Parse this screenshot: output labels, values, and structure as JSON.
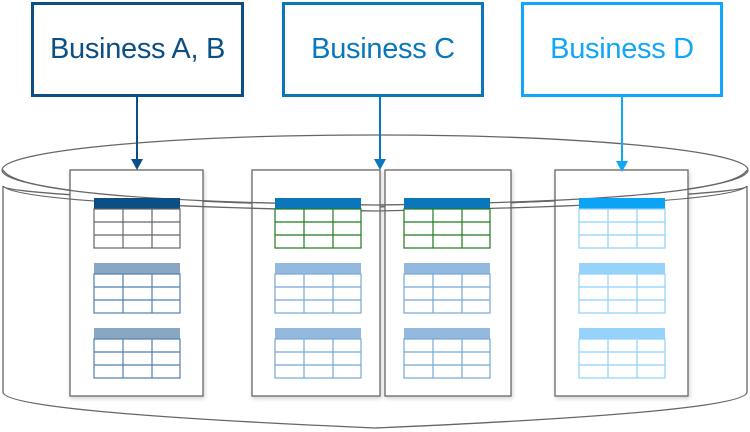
{
  "businesses": [
    {
      "id": "ab",
      "label": "Business A, B",
      "color": "#0b4f84"
    },
    {
      "id": "c",
      "label": "Business C",
      "color": "#0a77bd"
    },
    {
      "id": "d",
      "label": "Business D",
      "color": "#12a6f7"
    }
  ],
  "database": {
    "shape": "cylinder",
    "stroke_color": "#666666"
  },
  "panels": [
    {
      "owner": "ab",
      "tables": [
        {
          "header_color": "#0b4f84",
          "grid_color": "#666666",
          "rows": 3,
          "cols": 3
        },
        {
          "header_color": "#89a7c2",
          "grid_color": "#4f7fae",
          "rows": 3,
          "cols": 3
        },
        {
          "header_color": "#89a7c2",
          "grid_color": "#4f7fae",
          "rows": 3,
          "cols": 3
        }
      ]
    },
    {
      "owner": "c",
      "tables": [
        {
          "header_color": "#0a77bd",
          "grid_color": "#1f7a1f",
          "rows": 3,
          "cols": 3
        },
        {
          "header_color": "#93b9df",
          "grid_color": "#76a8d6",
          "rows": 3,
          "cols": 3
        },
        {
          "header_color": "#93b9df",
          "grid_color": "#76a8d6",
          "rows": 3,
          "cols": 3
        }
      ]
    },
    {
      "owner": "c",
      "tables": [
        {
          "header_color": "#0a77bd",
          "grid_color": "#1f7a1f",
          "rows": 3,
          "cols": 3
        },
        {
          "header_color": "#93b9df",
          "grid_color": "#76a8d6",
          "rows": 3,
          "cols": 3
        },
        {
          "header_color": "#93b9df",
          "grid_color": "#76a8d6",
          "rows": 3,
          "cols": 3
        }
      ]
    },
    {
      "owner": "d",
      "tables": [
        {
          "header_color": "#0aa3f5",
          "grid_color": "#8fd0fb",
          "rows": 3,
          "cols": 3
        },
        {
          "header_color": "#97d2fb",
          "grid_color": "#8fd0fb",
          "rows": 3,
          "cols": 3
        },
        {
          "header_color": "#97d2fb",
          "grid_color": "#8fd0fb",
          "rows": 3,
          "cols": 3
        }
      ]
    }
  ]
}
